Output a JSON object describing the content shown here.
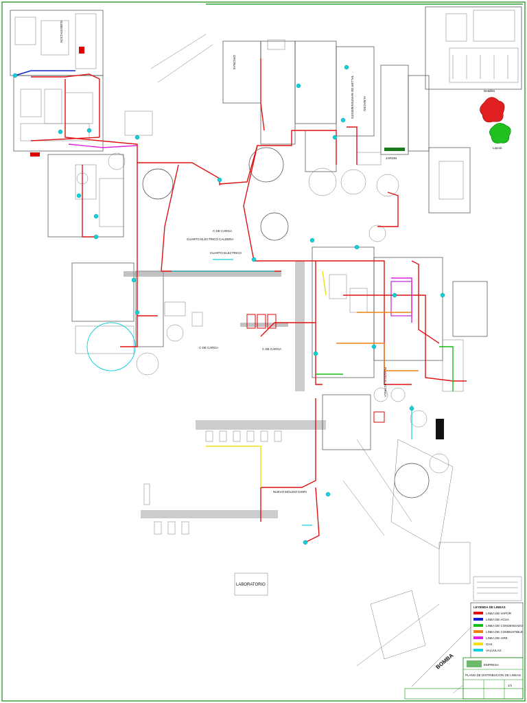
{
  "drawing": {
    "labels": {
      "laboratorio": "LABORATORIO",
      "bomba": "BOMBA",
      "jardin": "JARDIN",
      "cuarto_electrico": "CUARTO ELECTRICO CALDERA",
      "cuarto_electrico_2": "CUARTO ELECTRICO",
      "c_de_carga_1": "C DE CARGA",
      "c_de_carga_2": "C DE CARGA",
      "c_de_carga_3": "C DE CARGA",
      "nuevo_molino": "NUEVO MOLINO DIORI",
      "planta_electrica": "PLANTA ELECTRICA",
      "almacen": "ALMACEN",
      "taller": "TALLER DE MANTENIMIENTO",
      "subestacion": "SUBESTACION",
      "oficinas": "OFICINAS"
    },
    "legend_icons": {
      "detalles": "Detalles",
      "layout": "Layout"
    }
  },
  "legend": {
    "title": "LEYENDA DE LINEAS",
    "items": [
      {
        "label": "LINEA DE VAPOR",
        "color": "#e01010"
      },
      {
        "label": "LINEA DE AGUA",
        "color": "#1020d0"
      },
      {
        "label": "LINEA DE CONDENSADO",
        "color": "#10c010"
      },
      {
        "label": "LINEA DE COMBUSTIBLE",
        "color": "#f08010"
      },
      {
        "label": "LINEA DE AIRE",
        "color": "#e020e0"
      },
      {
        "label": "GAS",
        "color": "#f0e010"
      },
      {
        "label": "VALVULAS",
        "color": "#10d0e0"
      }
    ]
  },
  "title_block": {
    "company": "EMPRESA",
    "project": "PLANO DE DISTRIBUCION DE LINEAS",
    "sheet": "1/1"
  },
  "colors": {
    "steam": "#e01010",
    "water": "#1020d0",
    "condensate": "#10c010",
    "fuel": "#f08010",
    "air": "#e020e0",
    "gas": "#f0e010",
    "valve": "#10d0e0",
    "frame": "#0a8a0a"
  }
}
